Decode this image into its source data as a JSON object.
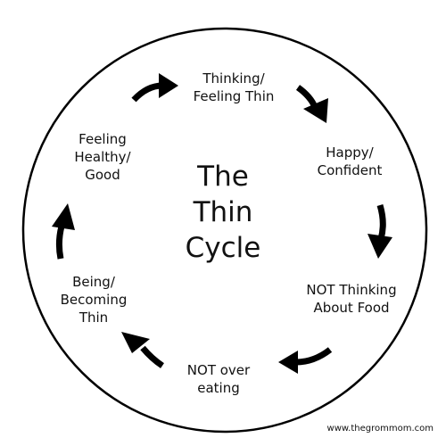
{
  "center_title": [
    "The",
    "Thin",
    "Cycle"
  ],
  "nodes": [
    {
      "id": "thinking",
      "lines": [
        "Thinking/",
        "Feeling Thin"
      ]
    },
    {
      "id": "happy",
      "lines": [
        "Happy/",
        "Confident"
      ]
    },
    {
      "id": "not-thinking",
      "lines": [
        "NOT Thinking",
        "About Food"
      ]
    },
    {
      "id": "not-over-eating",
      "lines": [
        "NOT over",
        "eating"
      ]
    },
    {
      "id": "being",
      "lines": [
        "Being/",
        "Becoming",
        "Thin"
      ]
    },
    {
      "id": "feeling-healthy",
      "lines": [
        "Feeling",
        "Healthy/",
        "Good"
      ]
    }
  ],
  "credit": "www.thegrommom.com",
  "colors": {
    "stroke": "#000000",
    "text": "#111111",
    "background": "#ffffff"
  }
}
